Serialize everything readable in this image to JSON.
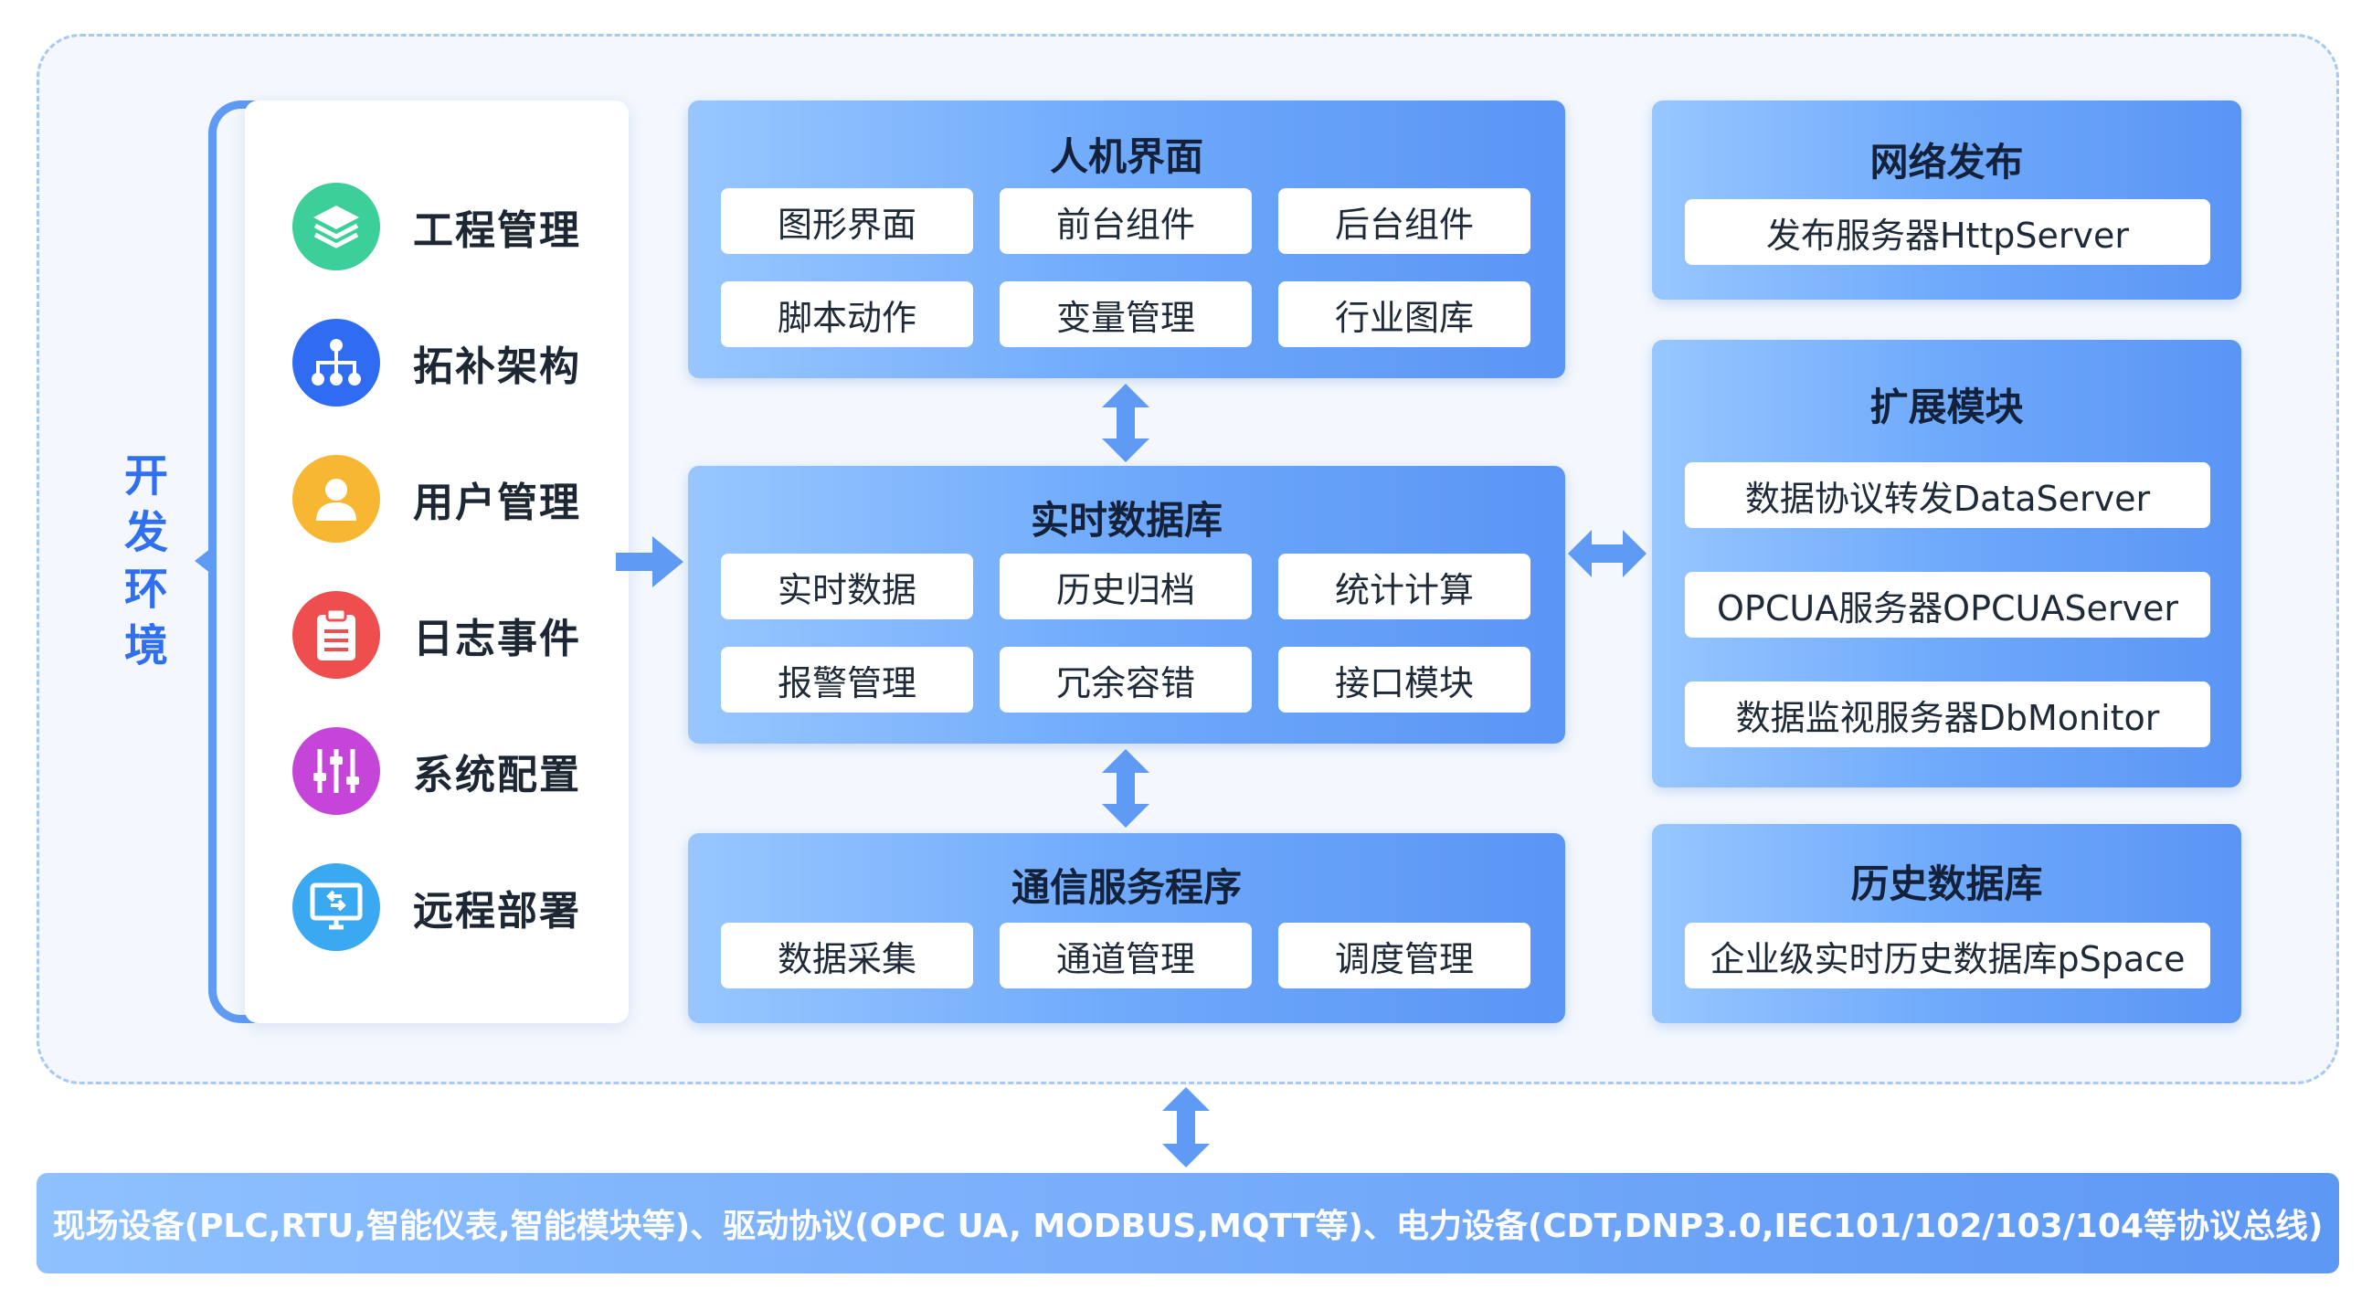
{
  "dev_env": {
    "label": "开发环境",
    "tools": [
      {
        "label": "工程管理",
        "icon": "layers-icon",
        "color": "#3ccf9a"
      },
      {
        "label": "拓补架构",
        "icon": "topology-icon",
        "color": "#2f6cf2"
      },
      {
        "label": "用户管理",
        "icon": "user-icon",
        "color": "#f7b733"
      },
      {
        "label": "日志事件",
        "icon": "clipboard-icon",
        "color": "#ef4e4e"
      },
      {
        "label": "系统配置",
        "icon": "sliders-icon",
        "color": "#c545d8"
      },
      {
        "label": "远程部署",
        "icon": "monitor-icon",
        "color": "#3ba8f2"
      }
    ]
  },
  "hmi": {
    "title": "人机界面",
    "items": [
      "图形界面",
      "前台组件",
      "后台组件",
      "脚本动作",
      "变量管理",
      "行业图库"
    ]
  },
  "rtdb": {
    "title": "实时数据库",
    "items": [
      "实时数据",
      "历史归档",
      "统计计算",
      "报警管理",
      "冗余容错",
      "接口模块"
    ]
  },
  "comm": {
    "title": "通信服务程序",
    "items": [
      "数据采集",
      "通道管理",
      "调度管理"
    ]
  },
  "publish": {
    "title": "网络发布",
    "items": [
      "发布服务器HttpServer"
    ]
  },
  "extension": {
    "title": "扩展模块",
    "items": [
      "数据协议转发DataServer",
      "OPCUA服务器OPCUAServer",
      "数据监视服务器DbMonitor"
    ]
  },
  "history": {
    "title": "历史数据库",
    "items": [
      "企业级实时历史数据库pSpace"
    ]
  },
  "field": {
    "text": "现场设备(PLC,RTU,智能仪表,智能模块等)、驱动协议(OPC UA, MODBUS,MQTT等)、电力设备(CDT,DNP3.0,IEC101/102/103/104等协议总线)"
  },
  "colors": {
    "accent": "#2f6ff0",
    "arrow": "#5f9af5"
  }
}
